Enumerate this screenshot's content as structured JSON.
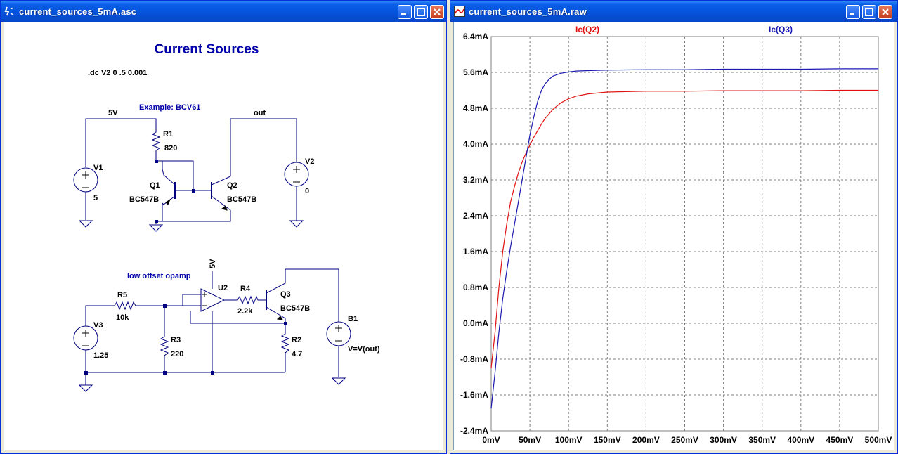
{
  "schematic_window": {
    "title": "current_sources_5mA.asc",
    "heading": "Current Sources",
    "directive": ".dc V2 0 .5 0.001",
    "example_label": "Example: BCV61",
    "opamp_label": "low offset opamp",
    "nets": {
      "supply": "5V",
      "out": "out",
      "opamp_supply": "5V"
    },
    "components": {
      "V1": {
        "name": "V1",
        "value": "5"
      },
      "V2": {
        "name": "V2",
        "value": "0"
      },
      "V3": {
        "name": "V3",
        "value": "1.25"
      },
      "R1": {
        "name": "R1",
        "value": "820"
      },
      "R2": {
        "name": "R2",
        "value": "4.7"
      },
      "R3": {
        "name": "R3",
        "value": "220"
      },
      "R4": {
        "name": "R4",
        "value": "2.2k"
      },
      "R5": {
        "name": "R5",
        "value": "10k"
      },
      "Q1": {
        "name": "Q1",
        "value": "BC547B"
      },
      "Q2": {
        "name": "Q2",
        "value": "BC547B"
      },
      "Q3": {
        "name": "Q3",
        "value": "BC547B"
      },
      "U2": {
        "name": "U2"
      },
      "B1": {
        "name": "B1",
        "value": "V=V(out)"
      }
    }
  },
  "plot_window": {
    "title": "current_sources_5mA.raw",
    "colors": {
      "iq2": "#e01010",
      "iq3": "#1a1ab0",
      "grid": "#7f7f7f",
      "axis_text": "#000000"
    }
  },
  "chart_data": {
    "type": "line",
    "xlim": [
      0,
      500
    ],
    "ylim": [
      -2.4,
      6.4
    ],
    "x_ticks": [
      0,
      50,
      100,
      150,
      200,
      250,
      300,
      350,
      400,
      450,
      500
    ],
    "x_tick_labels": [
      "0mV",
      "50mV",
      "100mV",
      "150mV",
      "200mV",
      "250mV",
      "300mV",
      "350mV",
      "400mV",
      "450mV",
      "500mV"
    ],
    "y_ticks": [
      -2.4,
      -1.6,
      -0.8,
      0.0,
      0.8,
      1.6,
      2.4,
      3.2,
      4.0,
      4.8,
      5.6,
      6.4
    ],
    "y_tick_labels": [
      "-2.4mA",
      "-1.6mA",
      "-0.8mA",
      "0.0mA",
      "0.8mA",
      "1.6mA",
      "2.4mA",
      "3.2mA",
      "4.0mA",
      "4.8mA",
      "5.6mA",
      "6.4mA"
    ],
    "grid": true,
    "legend_placement": "top",
    "series": [
      {
        "name": "Ic(Q2)",
        "color": "#e01010",
        "x": [
          0,
          5,
          10,
          15,
          20,
          25,
          30,
          35,
          40,
          45,
          50,
          55,
          60,
          65,
          70,
          80,
          90,
          100,
          110,
          125,
          150,
          200,
          250,
          300,
          350,
          400,
          450,
          500
        ],
        "y": [
          -1.0,
          -0.2,
          0.8,
          1.6,
          2.2,
          2.7,
          3.05,
          3.35,
          3.6,
          3.8,
          3.98,
          4.15,
          4.3,
          4.45,
          4.58,
          4.78,
          4.92,
          5.01,
          5.07,
          5.12,
          5.16,
          5.18,
          5.18,
          5.19,
          5.19,
          5.19,
          5.2,
          5.2
        ]
      },
      {
        "name": "Ic(Q3)",
        "color": "#1a1ab0",
        "x": [
          0,
          5,
          10,
          15,
          20,
          25,
          30,
          35,
          40,
          45,
          50,
          55,
          60,
          65,
          70,
          75,
          80,
          90,
          100,
          110,
          125,
          150,
          200,
          250,
          300,
          350,
          400,
          450,
          500
        ],
        "y": [
          -1.9,
          -1.1,
          -0.2,
          0.55,
          1.15,
          1.7,
          2.2,
          2.7,
          3.2,
          3.7,
          4.2,
          4.6,
          4.95,
          5.2,
          5.35,
          5.45,
          5.52,
          5.58,
          5.61,
          5.63,
          5.64,
          5.65,
          5.66,
          5.66,
          5.67,
          5.67,
          5.67,
          5.68,
          5.68
        ]
      }
    ]
  }
}
